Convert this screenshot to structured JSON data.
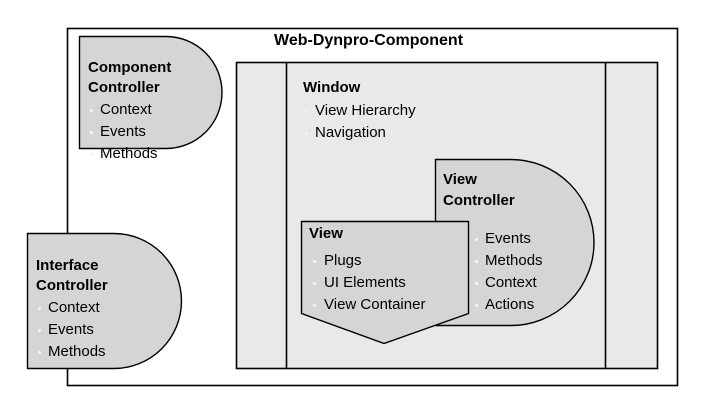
{
  "diagram": {
    "title": "Web-Dynpro-Component",
    "colors": {
      "controller_fill": "#d5d5d5",
      "window_fill": "#e9e9e9",
      "view_fill": "#d5d5d5",
      "stroke": "#000000",
      "bullet": "#f4f4f4",
      "background": "#ffffff"
    },
    "blocks": {
      "component_controller": {
        "heading_line1": "Component",
        "heading_line2": "Controller",
        "items": [
          "Context",
          "Events",
          "Methods"
        ]
      },
      "interface_controller": {
        "heading_line1": "Interface",
        "heading_line2": "Controller",
        "items": [
          "Context",
          "Events",
          "Methods"
        ]
      },
      "window": {
        "heading": "Window",
        "items": [
          "View Hierarchy",
          "Navigation"
        ]
      },
      "view_controller": {
        "heading_line1": "View",
        "heading_line2": "Controller",
        "items": [
          "Events",
          "Methods",
          "Context",
          "Actions"
        ]
      },
      "view": {
        "heading": "View",
        "items": [
          "Plugs",
          "UI Elements",
          "View Container"
        ]
      }
    }
  }
}
